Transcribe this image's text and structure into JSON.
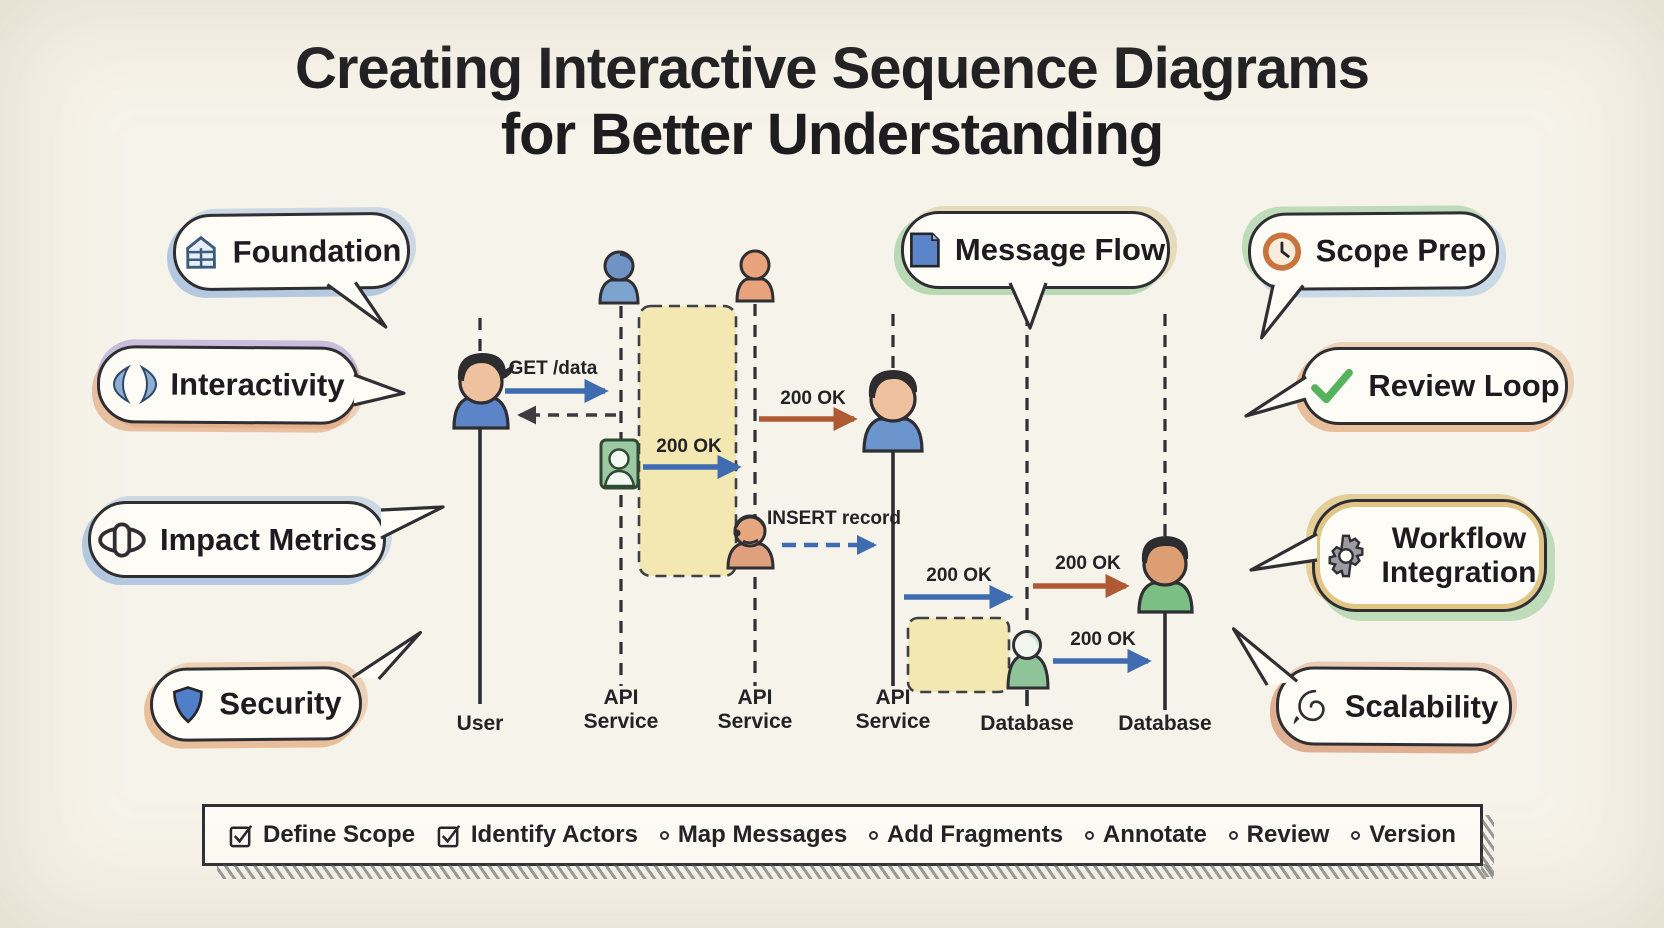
{
  "title": {
    "line1": "Creating Interactive Sequence Diagrams",
    "line2": "for Better Understanding"
  },
  "side_bubbles": {
    "left": [
      {
        "label": "Foundation",
        "icon": "building-window-icon"
      },
      {
        "label": "Interactivity",
        "icon": "code-parens-icon"
      },
      {
        "label": "Impact Metrics",
        "icon": "orbit-eye-icon"
      },
      {
        "label": "Security",
        "icon": "shield-icon"
      }
    ],
    "right": [
      {
        "label": "Scope Prep",
        "icon": "clock-icon"
      },
      {
        "label": "Review Loop",
        "icon": "checkmark-icon"
      },
      {
        "label": "Workflow Integration",
        "icon": "gear-icon"
      },
      {
        "label": "Scalability",
        "icon": "spiral-icon"
      }
    ]
  },
  "center_bubble": {
    "label": "Message Flow",
    "icon": "note-icon"
  },
  "sequence": {
    "actors": [
      {
        "label": "User"
      },
      {
        "label": "API Service"
      },
      {
        "label": "API Service"
      },
      {
        "label": "API Service"
      },
      {
        "label": "Database"
      },
      {
        "label": "Database"
      }
    ],
    "messages": [
      {
        "label": "GET /data",
        "style": "solid-blue"
      },
      {
        "label": "",
        "style": "dashed-return"
      },
      {
        "label": "200 OK",
        "style": "solid-blue"
      },
      {
        "label": "200 OK",
        "style": "solid-orange"
      },
      {
        "label": "INSERT record",
        "style": "dashed-blue"
      },
      {
        "label": "200 OK",
        "style": "solid-blue"
      },
      {
        "label": "200 OK",
        "style": "solid-orange"
      },
      {
        "label": "200 OK",
        "style": "solid-blue"
      }
    ]
  },
  "checklist": {
    "items": [
      {
        "label": "Define Scope",
        "state": "checked"
      },
      {
        "label": "Identify Actors",
        "state": "checked"
      },
      {
        "label": "Map Messages",
        "state": "pending"
      },
      {
        "label": "Add Fragments",
        "state": "pending"
      },
      {
        "label": "Annotate",
        "state": "pending"
      },
      {
        "label": "Review",
        "state": "pending"
      },
      {
        "label": "Version",
        "state": "pending"
      }
    ]
  },
  "colors": {
    "background": "#f6f3ea",
    "ink": "#2e2e33",
    "blue_arrow": "#3f6cb0",
    "orange_arrow": "#b05a33",
    "activation_fill": "#f3e7b2",
    "bubble_fill": "#fdfcf6"
  }
}
